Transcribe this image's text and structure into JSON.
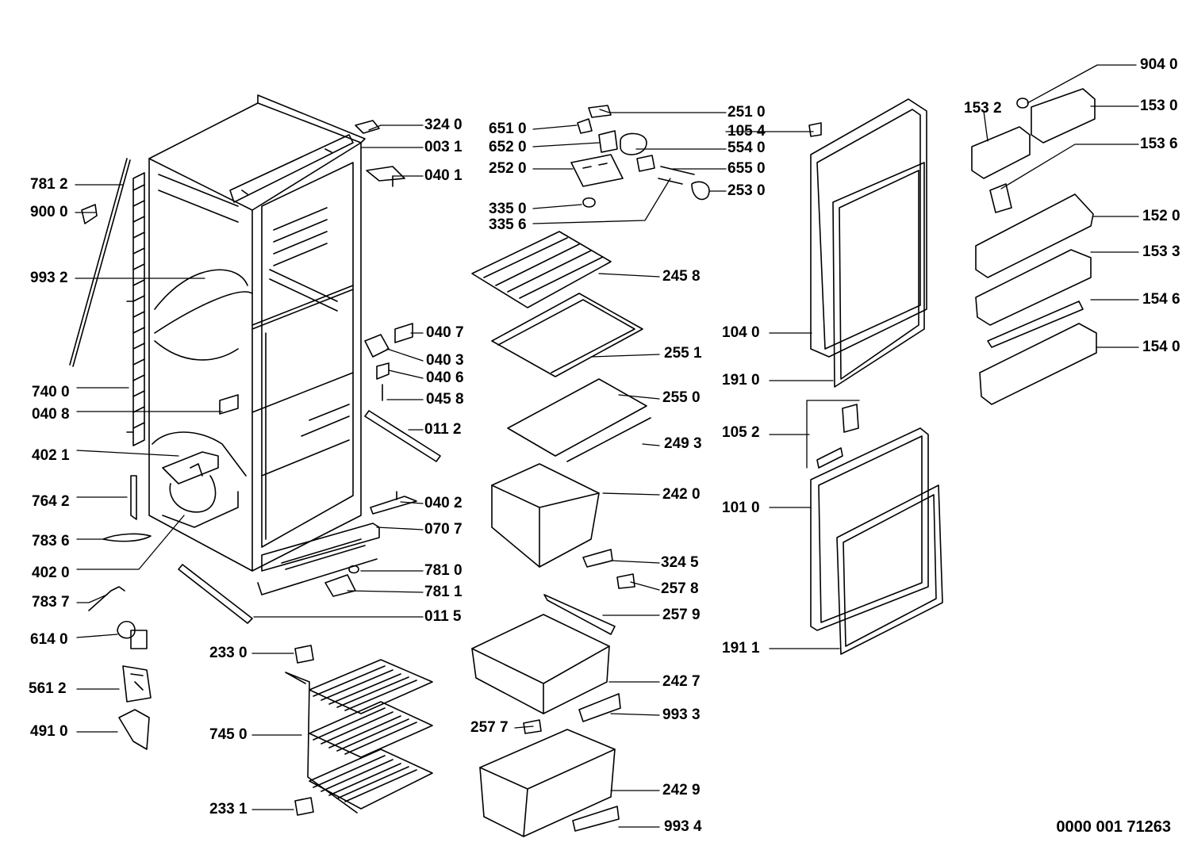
{
  "diagram": {
    "drawing_code": "0000 001 71263",
    "parts": [
      {
        "id": "781_2",
        "label": "781 2"
      },
      {
        "id": "900_0",
        "label": "900 0"
      },
      {
        "id": "993_2",
        "label": "993 2"
      },
      {
        "id": "740_0",
        "label": "740 0"
      },
      {
        "id": "040_8",
        "label": "040 8"
      },
      {
        "id": "402_1",
        "label": "402 1"
      },
      {
        "id": "764_2",
        "label": "764 2"
      },
      {
        "id": "783_6",
        "label": "783 6"
      },
      {
        "id": "402_0",
        "label": "402 0"
      },
      {
        "id": "783_7",
        "label": "783 7"
      },
      {
        "id": "614_0",
        "label": "614 0"
      },
      {
        "id": "561_2",
        "label": "561 2"
      },
      {
        "id": "491_0",
        "label": "491 0"
      },
      {
        "id": "324_0",
        "label": "324 0"
      },
      {
        "id": "003_1",
        "label": "003 1"
      },
      {
        "id": "040_1",
        "label": "040 1"
      },
      {
        "id": "040_7",
        "label": "040 7"
      },
      {
        "id": "040_3",
        "label": "040 3"
      },
      {
        "id": "040_6",
        "label": "040 6"
      },
      {
        "id": "045_8",
        "label": "045 8"
      },
      {
        "id": "011_2",
        "label": "011 2"
      },
      {
        "id": "040_2",
        "label": "040 2"
      },
      {
        "id": "070_7",
        "label": "070 7"
      },
      {
        "id": "781_0",
        "label": "781 0"
      },
      {
        "id": "781_1",
        "label": "781 1"
      },
      {
        "id": "011_5",
        "label": "011 5"
      },
      {
        "id": "233_0",
        "label": "233 0"
      },
      {
        "id": "745_0",
        "label": "745 0"
      },
      {
        "id": "233_1",
        "label": "233 1"
      },
      {
        "id": "651_0",
        "label": "651 0"
      },
      {
        "id": "652_0",
        "label": "652 0"
      },
      {
        "id": "252_0",
        "label": "252 0"
      },
      {
        "id": "335_0",
        "label": "335 0"
      },
      {
        "id": "335_6",
        "label": "335 6"
      },
      {
        "id": "251_0",
        "label": "251 0"
      },
      {
        "id": "105_4",
        "label": "105 4"
      },
      {
        "id": "554_0",
        "label": "554 0"
      },
      {
        "id": "655_0",
        "label": "655 0"
      },
      {
        "id": "253_0",
        "label": "253 0"
      },
      {
        "id": "245_8",
        "label": "245 8"
      },
      {
        "id": "255_1",
        "label": "255 1"
      },
      {
        "id": "255_0",
        "label": "255 0"
      },
      {
        "id": "249_3",
        "label": "249 3"
      },
      {
        "id": "242_0",
        "label": "242 0"
      },
      {
        "id": "324_5",
        "label": "324 5"
      },
      {
        "id": "257_8",
        "label": "257 8"
      },
      {
        "id": "257_9",
        "label": "257 9"
      },
      {
        "id": "242_7",
        "label": "242 7"
      },
      {
        "id": "993_3",
        "label": "993 3"
      },
      {
        "id": "257_7",
        "label": "257 7"
      },
      {
        "id": "242_9",
        "label": "242 9"
      },
      {
        "id": "993_4",
        "label": "993 4"
      },
      {
        "id": "104_0",
        "label": "104 0"
      },
      {
        "id": "191_0",
        "label": "191 0"
      },
      {
        "id": "105_2",
        "label": "105 2"
      },
      {
        "id": "101_0",
        "label": "101 0"
      },
      {
        "id": "191_1",
        "label": "191 1"
      },
      {
        "id": "904_0",
        "label": "904 0"
      },
      {
        "id": "153_2",
        "label": "153 2"
      },
      {
        "id": "153_0",
        "label": "153 0"
      },
      {
        "id": "153_6",
        "label": "153 6"
      },
      {
        "id": "152_0",
        "label": "152 0"
      },
      {
        "id": "153_3",
        "label": "153 3"
      },
      {
        "id": "154_6",
        "label": "154 6"
      },
      {
        "id": "154_0",
        "label": "154 0"
      }
    ]
  }
}
